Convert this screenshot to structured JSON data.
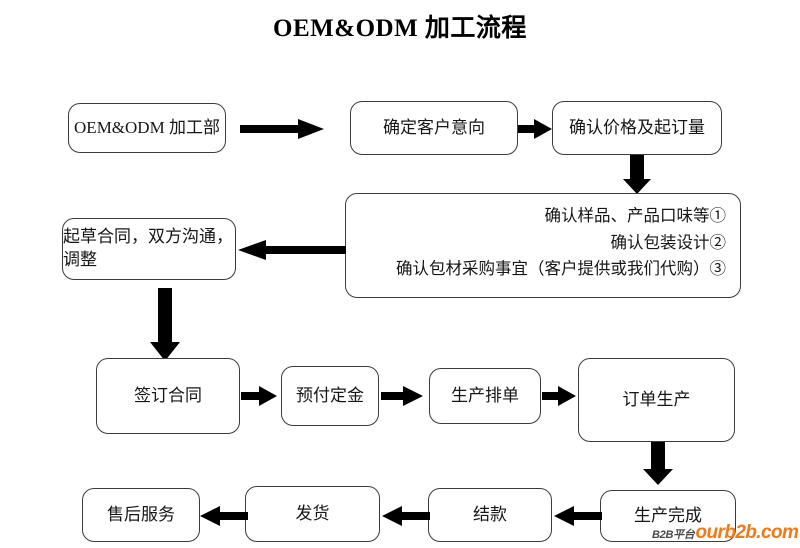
{
  "title": "OEM&ODM 加工流程",
  "nodes": {
    "oem_dept": "OEM&ODM 加工部",
    "confirm_intent": "确定客户意向",
    "confirm_price": "确认价格及起订量",
    "confirm_details": {
      "line1": "确认样品、产品口味等①",
      "line2": "确认包装设计②",
      "line3": "确认包材采购事宜（客户提供或我们代购）③"
    },
    "draft_contract": "起草合同，双方沟通，调整",
    "sign_contract": "签订合同",
    "prepay_deposit": "预付定金",
    "production_schedule": "生产排单",
    "order_production": "订单生产",
    "production_done": "生产完成",
    "settlement": "结款",
    "shipping": "发货",
    "after_sales": "售后服务"
  },
  "watermark": {
    "prefix": "B2B平台",
    "brand": "ourb2b.com"
  },
  "colors": {
    "border": "#3b3b3b",
    "text": "#161616",
    "arrow": "#000000",
    "background": "#ffffff",
    "watermark_brand": "#f07a17",
    "watermark_prefix": "#4a4a4a"
  }
}
